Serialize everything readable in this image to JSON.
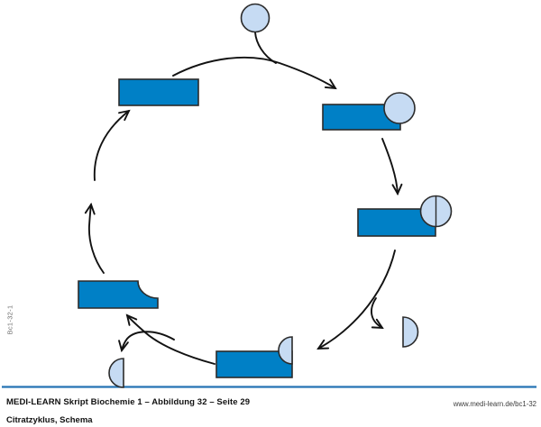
{
  "colors": {
    "shape-blue": "#0080c6",
    "shape-light-blue": "#c6dbf3",
    "shape-outline": "#2b2b2b",
    "arrow-black": "#121212",
    "rule-blue": "#2573b4",
    "footer-text": "#111111",
    "url-text": "#3c3c3c",
    "side-code-text": "#6e6e6e",
    "background": "#ffffff"
  },
  "footer": {
    "caption_line1": "MEDI-LEARN Skript Biochemie 1 – Abbildung 32 – Seite 29",
    "caption_line2": "Citratzyklus, Schema",
    "website_url": "www.medi-learn.de/bc1-32"
  },
  "side_label": {
    "figure_code": "Bc1-32-1"
  },
  "diagram": {
    "blocks": [
      "top-left-rect",
      "top-right-rect-with-circle",
      "right-rect-with-divided-circle",
      "bottom-rect-with-half-circle",
      "left-notched-rect"
    ],
    "free_units": [
      "top-circle",
      "right-half-circle",
      "left-half-circle"
    ]
  }
}
